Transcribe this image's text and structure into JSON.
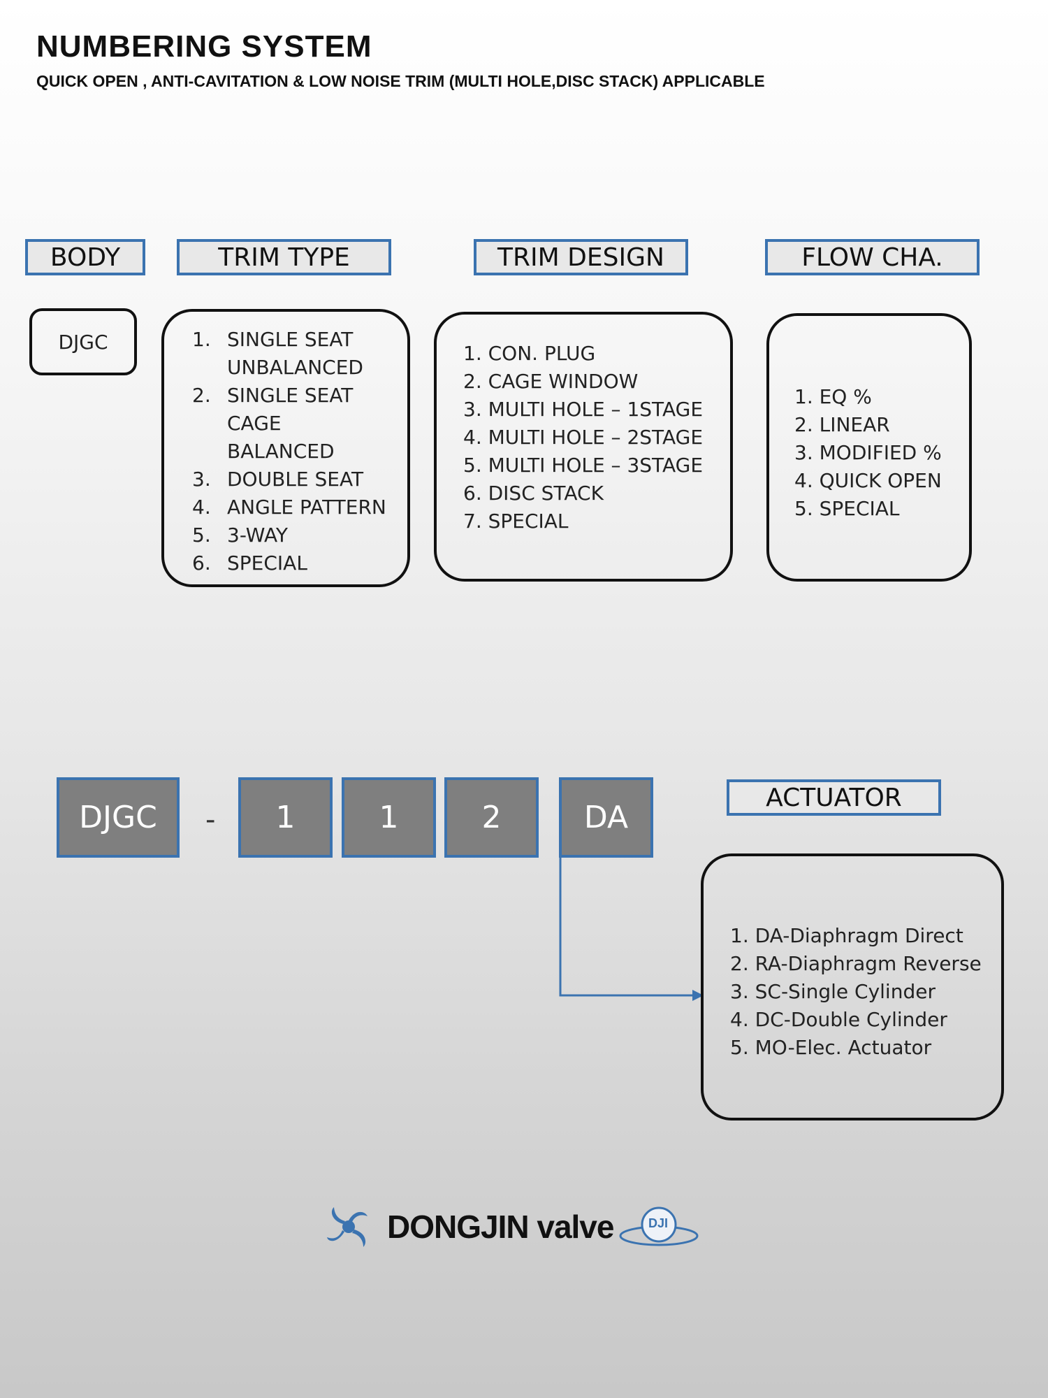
{
  "title": "NUMBERING SYSTEM",
  "subtitle": "QUICK OPEN , ANTI-CAVITATION & LOW NOISE TRIM (MULTI HOLE,DISC STACK) APPLICABLE",
  "sections": {
    "body": {
      "header": "BODY",
      "value": "DJGC"
    },
    "trim_type": {
      "header": "TRIM TYPE",
      "items": [
        {
          "num": "1.",
          "text": "SINGLE SEAT"
        },
        {
          "num": "",
          "text": "UNBALANCED"
        },
        {
          "num": "2.",
          "text": "SINGLE SEAT"
        },
        {
          "num": "",
          "text": "CAGE"
        },
        {
          "num": "",
          "text": "BALANCED"
        },
        {
          "num": "3.",
          "text": "DOUBLE SEAT"
        },
        {
          "num": "4.",
          "text": "ANGLE PATTERN"
        },
        {
          "num": "5.",
          "text": "3-WAY"
        },
        {
          "num": "6.",
          "text": "SPECIAL"
        }
      ]
    },
    "trim_design": {
      "header": "TRIM DESIGN",
      "items": [
        "1. CON. PLUG",
        "2. CAGE WINDOW",
        "3. MULTI HOLE – 1STAGE",
        "4. MULTI HOLE – 2STAGE",
        "5. MULTI HOLE – 3STAGE",
        "6. DISC STACK",
        "7. SPECIAL"
      ]
    },
    "flow_cha": {
      "header": "FLOW CHA.",
      "items": [
        "1. EQ %",
        "2. LINEAR",
        "3. MODIFIED %",
        "4. QUICK OPEN",
        "5. SPECIAL"
      ]
    },
    "actuator": {
      "header": "ACTUATOR",
      "items": [
        "1. DA-Diaphragm Direct",
        "2. RA-Diaphragm Reverse",
        "3. SC-Single Cylinder",
        "4. DC-Double Cylinder",
        "5. MO-Elec. Actuator"
      ]
    }
  },
  "code_example": {
    "body": "DJGC",
    "dash": "-",
    "trim_type": "1",
    "trim_design": "1",
    "flow": "2",
    "actuator": "DA"
  },
  "logo": {
    "brand": "DONGJIN valve",
    "badge": "DJI"
  },
  "colors": {
    "accent": "#3b73b0",
    "code_bg": "#7f7f7f",
    "header_bg": "#e8e8e8"
  }
}
